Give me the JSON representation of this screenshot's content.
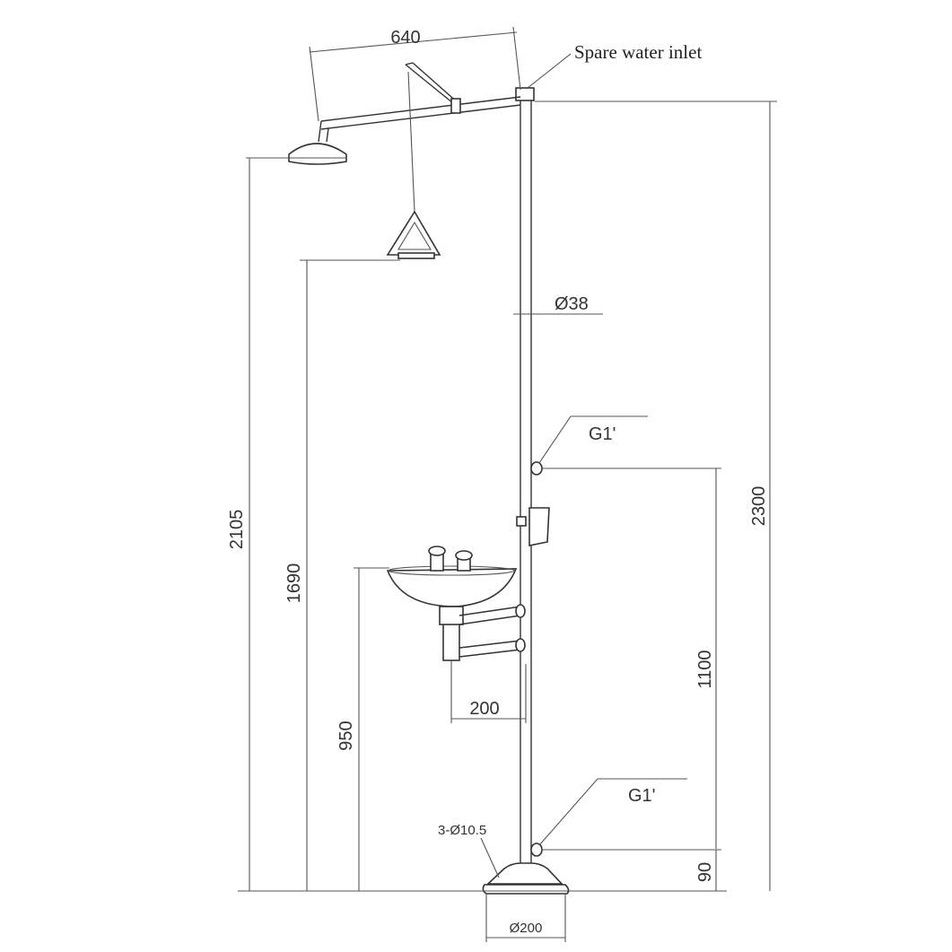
{
  "diagram": {
    "labels": {
      "spare_water_inlet": "Spare water inlet",
      "width_top": "640",
      "height_shower": "2105",
      "height_handle": "1690",
      "height_total": "2300",
      "pipe_diameter": "Ø38",
      "inlet_upper": "G1'",
      "inlet_lower": "G1'",
      "height_inlet": "1100",
      "height_bowl": "950",
      "bowl_offset": "200",
      "bolts": "3-Ø10.5",
      "base_height": "90",
      "base_diameter": "Ø200"
    },
    "colors": {
      "line": "#333333",
      "background": "#ffffff"
    }
  }
}
